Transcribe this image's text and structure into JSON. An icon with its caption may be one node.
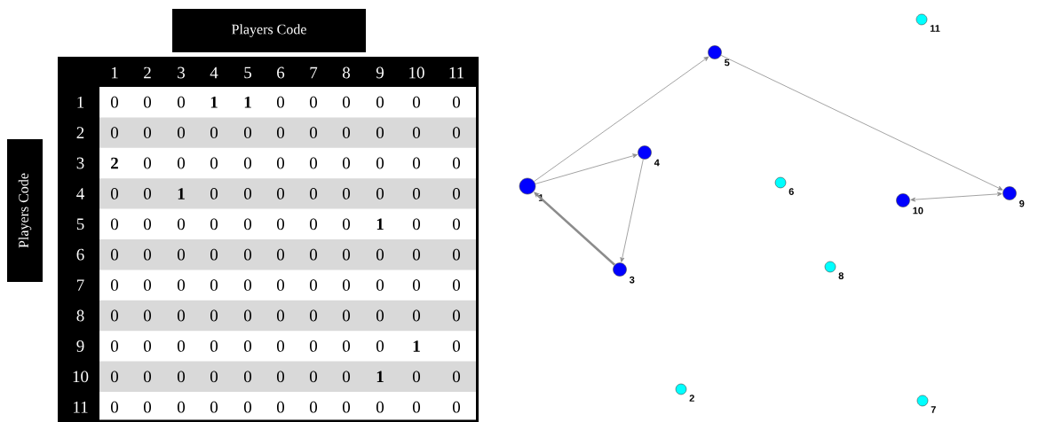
{
  "diagram": {
    "nodes": [
      {
        "text": [
          "Players Code"
        ]
      },
      {
        "text": [
          "Players Code"
        ]
      },
      {
        "text": [],
        "shape": "circle",
        "beside": [
          "1"
        ]
      },
      {
        "text": [],
        "shape": "circle",
        "beside": [
          "2"
        ]
      },
      {
        "text": [],
        "shape": "circle",
        "beside": [
          "3"
        ]
      },
      {
        "text": [],
        "shape": "circle",
        "beside": [
          "4"
        ]
      },
      {
        "text": [],
        "shape": "circle",
        "beside": [
          "5"
        ]
      },
      {
        "text": [],
        "shape": "circle",
        "beside": [
          "6"
        ]
      },
      {
        "text": [],
        "shape": "circle",
        "beside": [
          "7"
        ]
      },
      {
        "text": [],
        "shape": "circle",
        "beside": [
          "8"
        ]
      },
      {
        "text": [],
        "shape": "circle",
        "beside": [
          "9"
        ]
      },
      {
        "text": [],
        "shape": "circle",
        "beside": [
          "10"
        ]
      },
      {
        "text": [],
        "shape": "circle",
        "beside": [
          "11"
        ]
      }
    ],
    "edges": [
      {
        "from": 2,
        "to": 5,
        "arrow": "to"
      },
      {
        "from": 2,
        "to": 6,
        "arrow": "to"
      },
      {
        "from": 4,
        "to": 2,
        "arrow": "to",
        "style": "thick"
      },
      {
        "from": 5,
        "to": 4,
        "arrow": "to"
      },
      {
        "from": 6,
        "to": 10,
        "arrow": "to"
      },
      {
        "from": 10,
        "to": 11,
        "arrow": "both"
      }
    ],
    "labels": [
      "1",
      "2",
      "3",
      "4",
      "5",
      "6",
      "7",
      "8",
      "9",
      "10",
      "11",
      "1",
      "0",
      "0",
      "0",
      "1",
      "1",
      "0",
      "0",
      "0",
      "0",
      "0",
      "0",
      "2",
      "0",
      "0",
      "0",
      "0",
      "0",
      "0",
      "0",
      "0",
      "0",
      "0",
      "0",
      "3",
      "2",
      "0",
      "0",
      "0",
      "0",
      "0",
      "0",
      "0",
      "0",
      "0",
      "0",
      "4",
      "0",
      "0",
      "1",
      "0",
      "0",
      "0",
      "0",
      "0",
      "0",
      "0",
      "0",
      "5",
      "0",
      "0",
      "0",
      "0",
      "0",
      "0",
      "0",
      "0",
      "1",
      "0",
      "0",
      "6",
      "0",
      "0",
      "0",
      "0",
      "0",
      "0",
      "0",
      "0",
      "0",
      "0",
      "0",
      "7",
      "0",
      "0",
      "0",
      "0",
      "0",
      "0",
      "0",
      "0",
      "0",
      "0",
      "0",
      "8",
      "0",
      "0",
      "0",
      "0",
      "0",
      "0",
      "0",
      "0",
      "0",
      "0",
      "0",
      "9",
      "0",
      "0",
      "0",
      "0",
      "0",
      "0",
      "0",
      "0",
      "0",
      "1",
      "0",
      "10",
      "0",
      "0",
      "0",
      "0",
      "0",
      "0",
      "0",
      "0",
      "1",
      "0",
      "0",
      "11",
      "0",
      "0",
      "0",
      "0",
      "0",
      "0",
      "0",
      "0",
      "0",
      "0",
      "0"
    ]
  }
}
